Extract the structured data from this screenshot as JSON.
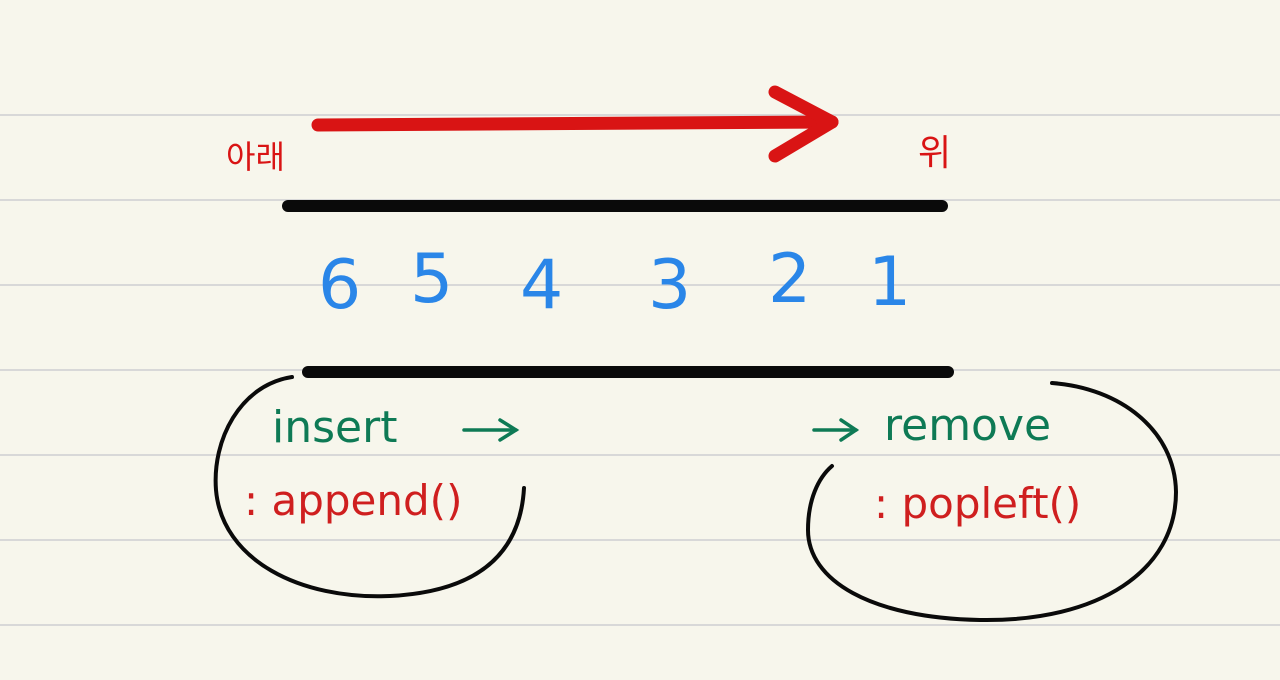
{
  "colors": {
    "paper": "#f7f6ec",
    "ruled_line": "#d8d8d8",
    "arrow_red": "#d91414",
    "bar_black": "#0a0a0a",
    "number_blue": "#2a86e8",
    "green_text": "#0e7a55",
    "red_text": "#cf1f1f",
    "circle_black": "#0a0a0a"
  },
  "labels": {
    "left_direction": "아래",
    "right_direction": "위",
    "insert": "insert",
    "insert_method": ": append()",
    "remove": "remove",
    "remove_method": ": popleft()"
  },
  "queue": {
    "items": [
      "6",
      "5",
      "4",
      "3",
      "2",
      "1"
    ]
  }
}
